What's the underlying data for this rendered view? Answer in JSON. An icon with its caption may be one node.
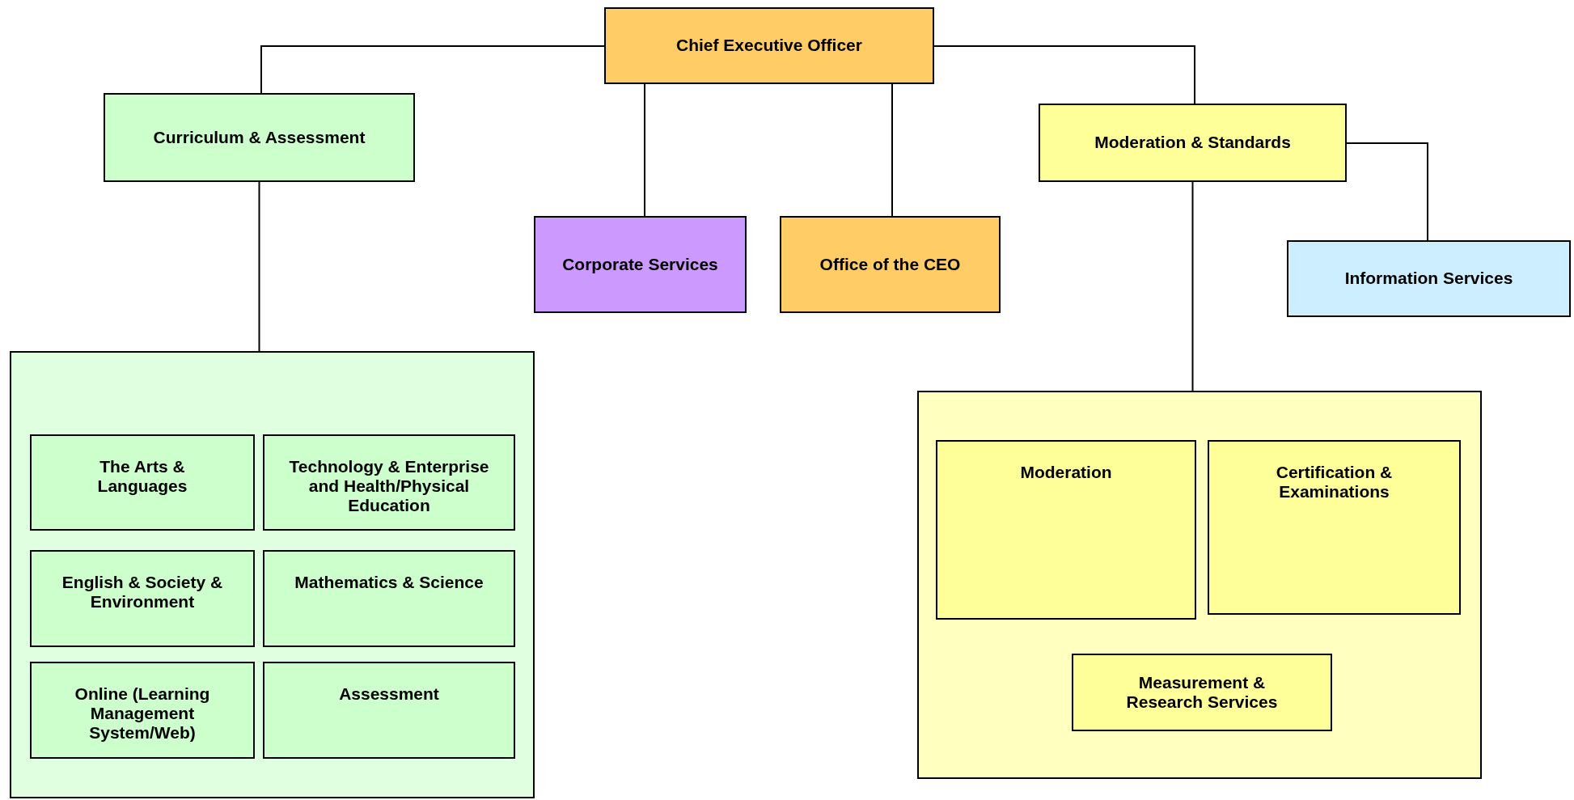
{
  "diagram": {
    "nodes": [
      {
        "text": [
          "Chief Executive Officer"
        ]
      },
      {
        "text": [
          "Curriculum & Assessment"
        ]
      },
      {
        "text": [
          "Corporate Services"
        ]
      },
      {
        "text": [
          "Office of the CEO"
        ]
      },
      {
        "text": [
          "Moderation & Standards"
        ]
      },
      {
        "text": [
          "Information Services"
        ]
      },
      {
        "text": [],
        "shape": "box"
      },
      {
        "text": [
          "The Arts & Languages"
        ],
        "in": 6
      },
      {
        "text": [
          "Technology & Enterprise and Health/Physical Education"
        ],
        "in": 6
      },
      {
        "text": [
          "English & Society & Environment"
        ],
        "in": 6
      },
      {
        "text": [
          "Mathematics & Science"
        ],
        "in": 6
      },
      {
        "text": [
          "Online (Learning Management System/Web)"
        ],
        "in": 6
      },
      {
        "text": [
          "Assessment"
        ],
        "in": 6
      },
      {
        "text": [],
        "shape": "box"
      },
      {
        "text": [
          "Moderation"
        ],
        "in": 13
      },
      {
        "text": [
          "Certification & Examinations"
        ],
        "in": 13
      },
      {
        "text": [
          "Measurement & Research Services"
        ],
        "in": 13
      }
    ],
    "edges": [
      {
        "from": 0,
        "to": 1,
        "arrow": "none"
      },
      {
        "from": 0,
        "to": 2,
        "arrow": "none"
      },
      {
        "from": 0,
        "to": 3,
        "arrow": "none"
      },
      {
        "from": 0,
        "to": 4,
        "arrow": "none"
      },
      {
        "from": 4,
        "to": 5,
        "arrow": "none"
      },
      {
        "from": 1,
        "to": 6,
        "arrow": "none"
      },
      {
        "from": 4,
        "to": 13,
        "arrow": "none"
      }
    ]
  }
}
